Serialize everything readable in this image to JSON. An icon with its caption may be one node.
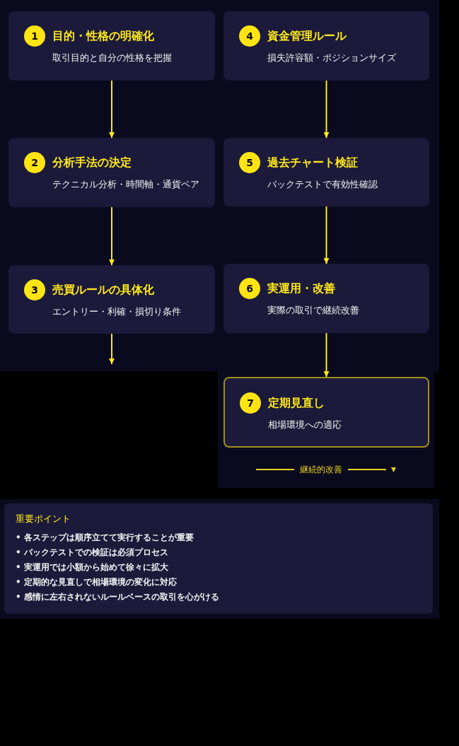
{
  "diagram": {
    "nodes": [
      {
        "text": [
          "1",
          "目的・性格の明確化",
          "取引目的と自分の性格を把握"
        ]
      },
      {
        "text": [
          "2",
          "分析手法の決定",
          "テクニカル分析・時間軸・通貨ペア"
        ]
      },
      {
        "text": [
          "3",
          "売買ルールの具体化",
          "エントリー・利確・損切り条件"
        ]
      },
      {
        "text": [
          "4",
          "資金管理ルール",
          "損失許容額・ポジションサイズ"
        ]
      },
      {
        "text": [
          "5",
          "過去チャート検証",
          "バックテストで有効性確認"
        ]
      },
      {
        "text": [
          "6",
          "実運用・改善",
          "実際の取引で継続改善"
        ]
      },
      {
        "text": [
          "7",
          "定期見直し",
          "相場環境への適応"
        ]
      },
      {
        "text": [
          "重要ポイント",
          "• 各ステップは順序立てて実行することが重要",
          "• バックテストでの検証は必須プロセス",
          "• 実運用では小額から始めて徐々に拡大",
          "• 定期的な見直しで相場環境の変化に対応",
          "• 感情に左右されないルールベースの取引を心がける"
        ]
      }
    ],
    "edges": [
      {
        "from": 0,
        "to": 1,
        "arrow": "to"
      },
      {
        "from": 1,
        "to": 2,
        "arrow": "to"
      },
      {
        "from": 2,
        "to": null,
        "arrow": "to"
      },
      {
        "from": 3,
        "to": 4,
        "arrow": "to"
      },
      {
        "from": 4,
        "to": 5,
        "arrow": "to"
      },
      {
        "from": 5,
        "to": 6,
        "arrow": "to"
      }
    ],
    "labels": [
      "継続的改善"
    ]
  }
}
